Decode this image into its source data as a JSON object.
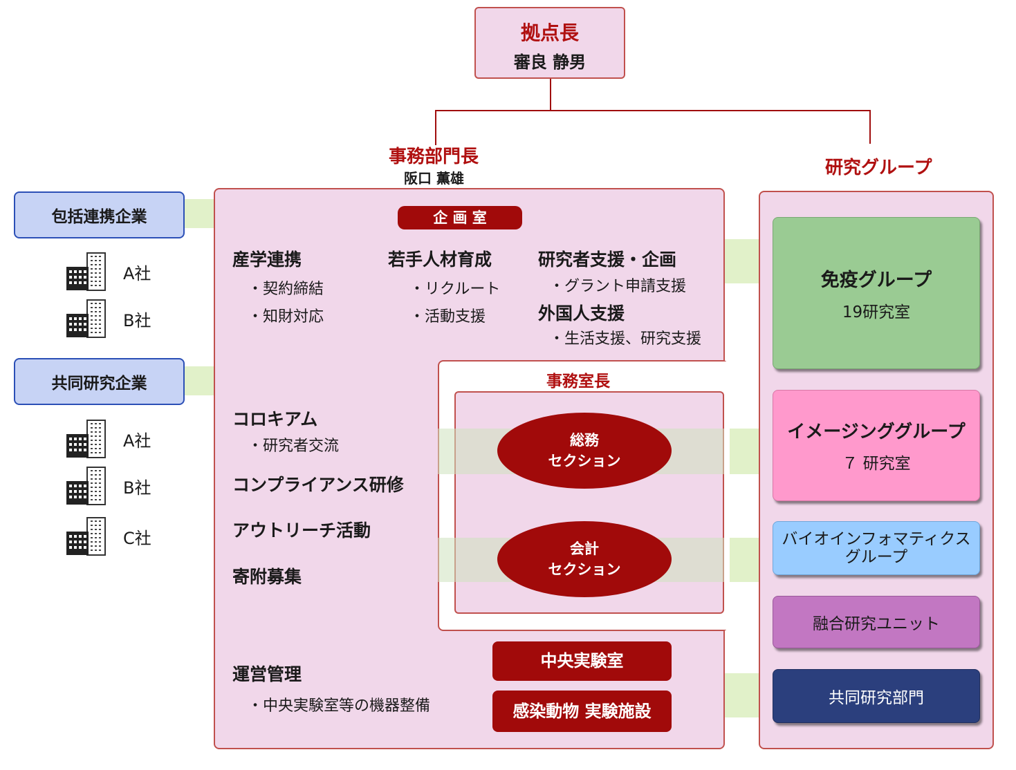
{
  "head": {
    "title": "拠点長",
    "name": "審良 静男"
  },
  "office_head": {
    "title": "事務部門長",
    "name": "阪口 薫雄"
  },
  "research_title": "研究グループ",
  "planning_office": "企 画 室",
  "planning": {
    "col1": {
      "title": "産学連携",
      "items": [
        "・契約締結",
        "・知財対応"
      ]
    },
    "col2": {
      "title": "若手人材育成",
      "items": [
        "・リクルート",
        "・活動支援"
      ]
    },
    "col3": {
      "title": "研究者支援・企画",
      "items": [
        "・グラント申請支援"
      ]
    },
    "col4": {
      "title": "外国人支援",
      "items": [
        "・生活支援、研究支援"
      ]
    }
  },
  "left_activities": {
    "colloquium": "コロキアム",
    "colloquium_item": "・研究者交流",
    "compliance": "コンプライアンス研修",
    "outreach": "アウトリーチ活動",
    "donation": "寄附募集"
  },
  "office_chief": "事務室長",
  "sections": {
    "general": [
      "総務",
      "セクション"
    ],
    "accounting": [
      "会計",
      "セクション"
    ]
  },
  "operations": {
    "title": "運営管理",
    "item": "・中央実験室等の機器整備",
    "central_lab": "中央実験室",
    "animal_facility": "感染動物 実験施設"
  },
  "research_groups": [
    {
      "name": "免疫グループ",
      "sub": "19研究室",
      "color": "#9acb93"
    },
    {
      "name": "イメージンググループ",
      "sub": "７ 研究室",
      "color": "#ff99cc"
    },
    {
      "name": "バイオインフォマティクス",
      "sub": "グループ",
      "color": "#99ccff"
    },
    {
      "name": "融合研究ユニット",
      "sub": "",
      "color": "#c277c2"
    },
    {
      "name": "共同研究部門",
      "sub": "",
      "color": "#2b3f7d"
    }
  ],
  "partners": {
    "comprehensive": {
      "label": "包括連携企業",
      "companies": [
        "A社",
        "B社"
      ]
    },
    "joint": {
      "label": "共同研究企業",
      "companies": [
        "A社",
        "B社",
        "C社"
      ]
    }
  }
}
